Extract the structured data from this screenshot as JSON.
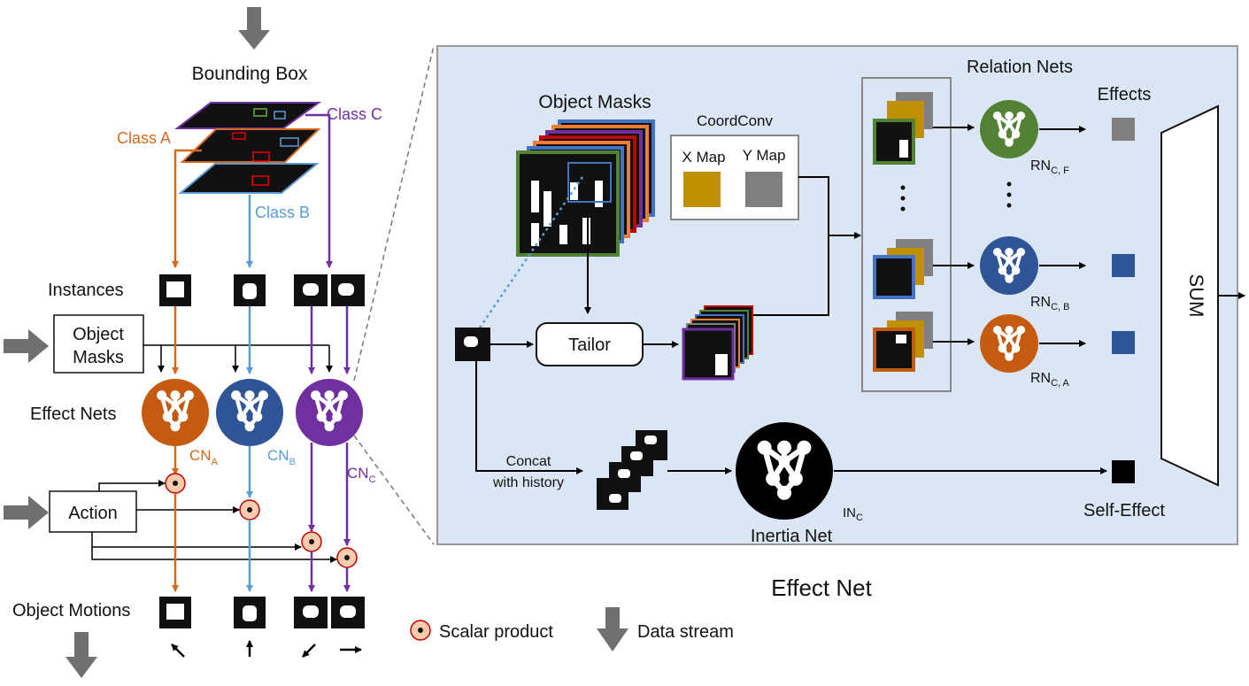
{
  "left": {
    "bounding_box": "Bounding Box",
    "class_a": "Class A",
    "class_b": "Class B",
    "class_c": "Class C",
    "instances": "Instances",
    "object_masks_line1": "Object",
    "object_masks_line2": "Masks",
    "effect_nets": "Effect Nets",
    "cn_a": {
      "main": "CN",
      "sub": "A"
    },
    "cn_b": {
      "main": "CN",
      "sub": "B"
    },
    "cn_c": {
      "main": "CN",
      "sub": "C"
    },
    "action": "Action",
    "object_motions": "Object Motions"
  },
  "right": {
    "object_masks": "Object Masks",
    "coordconv": "CoordConv",
    "x_map": "X Map",
    "y_map": "Y Map",
    "tailor": "Tailor",
    "relation_nets": "Relation Nets",
    "effects": "Effects",
    "rn_f": {
      "main": "RN",
      "sub": "C, F"
    },
    "rn_b": {
      "main": "RN",
      "sub": "C, B"
    },
    "rn_a": {
      "main": "RN",
      "sub": "C, A"
    },
    "sum": "SUM",
    "concat_line1": "Concat",
    "concat_line2": "with history",
    "inertia_net": "Inertia Net",
    "in_c": {
      "main": "IN",
      "sub": "C"
    },
    "self_effect": "Self-Effect",
    "caption": "Effect Net"
  },
  "legend": {
    "scalar_product": "Scalar product",
    "data_stream": "Data stream"
  },
  "colors": {
    "class_a": "#d2691e",
    "class_b": "#5b9bd5",
    "class_c": "#7030a0",
    "net_a": "#c55a11",
    "net_b": "#2f5597",
    "net_c": "#7030a0",
    "net_f": "#548235",
    "panel_bg": "#dbe6f4",
    "gray_arrow": "#707070"
  }
}
